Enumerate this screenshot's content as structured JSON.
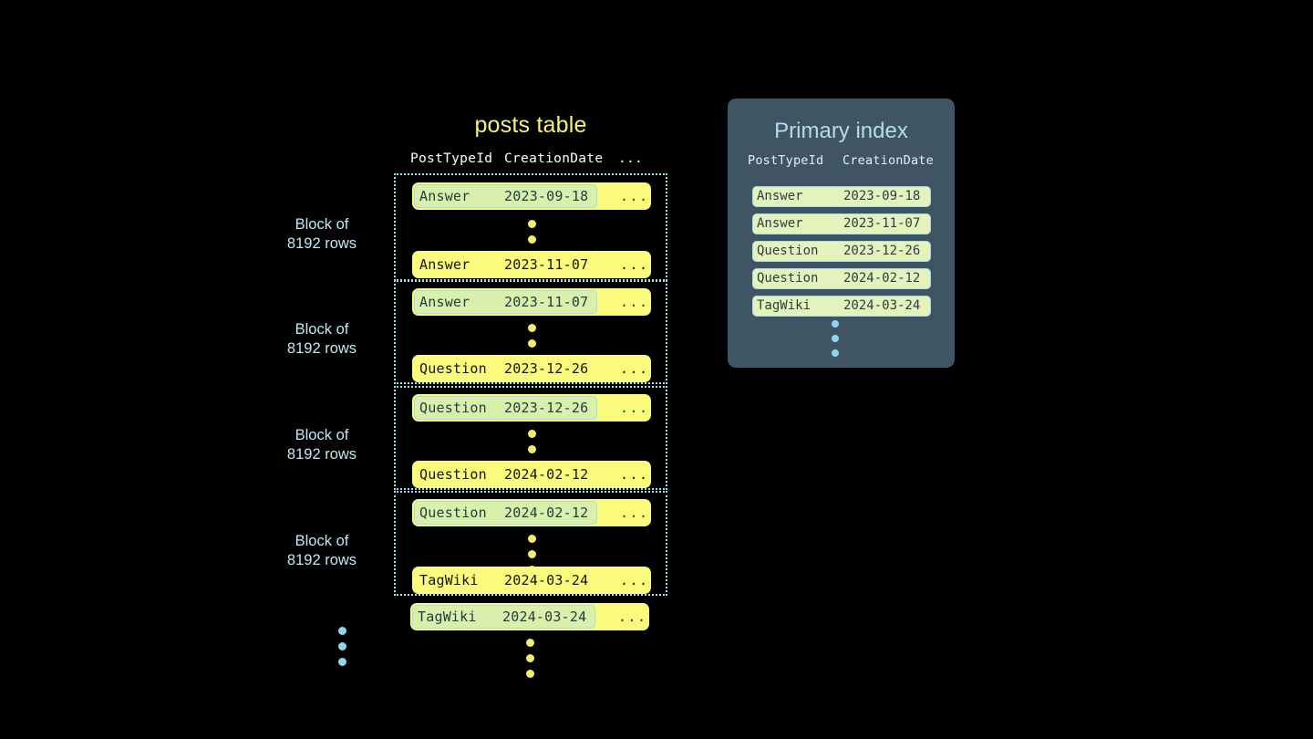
{
  "posts_table": {
    "title": "posts table",
    "columns": [
      "PostTypeId",
      "CreationDate",
      "..."
    ],
    "ellipsis": "...",
    "blocks": [
      {
        "label": "Block of\n8192 rows",
        "first_row": {
          "post_type": "Answer",
          "creation_date": "2023-09-18",
          "more": "...",
          "highlighted": true
        },
        "last_row": {
          "post_type": "Answer",
          "creation_date": "2023-11-07",
          "more": "...",
          "highlighted": false
        }
      },
      {
        "label": "Block of\n8192 rows",
        "first_row": {
          "post_type": "Answer",
          "creation_date": "2023-11-07",
          "more": "...",
          "highlighted": true
        },
        "last_row": {
          "post_type": "Question",
          "creation_date": "2023-12-26",
          "more": "...",
          "highlighted": false
        }
      },
      {
        "label": "Block of\n8192 rows",
        "first_row": {
          "post_type": "Question",
          "creation_date": "2023-12-26",
          "more": "...",
          "highlighted": true
        },
        "last_row": {
          "post_type": "Question",
          "creation_date": "2024-02-12",
          "more": "...",
          "highlighted": false
        }
      },
      {
        "label": "Block of\n8192 rows",
        "first_row": {
          "post_type": "Question",
          "creation_date": "2024-02-12",
          "more": "...",
          "highlighted": true
        },
        "last_row": {
          "post_type": "TagWiki",
          "creation_date": "2024-03-24",
          "more": "...",
          "highlighted": false
        }
      }
    ],
    "trailing_row": {
      "post_type": "TagWiki",
      "creation_date": "2024-03-24",
      "more": "...",
      "highlighted": true
    }
  },
  "primary_index": {
    "title": "Primary index",
    "columns": [
      "PostTypeId",
      "CreationDate"
    ],
    "rows": [
      {
        "post_type": "Answer",
        "creation_date": "2023-09-18"
      },
      {
        "post_type": "Answer",
        "creation_date": "2023-11-07"
      },
      {
        "post_type": "Question",
        "creation_date": "2023-12-26"
      },
      {
        "post_type": "Question",
        "creation_date": "2024-02-12"
      },
      {
        "post_type": "TagWiki",
        "creation_date": "2024-03-24"
      }
    ]
  },
  "colors": {
    "background": "#000000",
    "row_yellow": "#fafa7d",
    "highlight_green": "#d8f0ab",
    "highlight_border": "#a9dcea",
    "panel_slate": "#405563",
    "title_yellow": "#f6f279",
    "title_blue": "#b4dcec",
    "label_blue": "#bfe9f5",
    "dot_yellow": "#f2ee6e",
    "dot_blue": "#8ed6ee"
  }
}
